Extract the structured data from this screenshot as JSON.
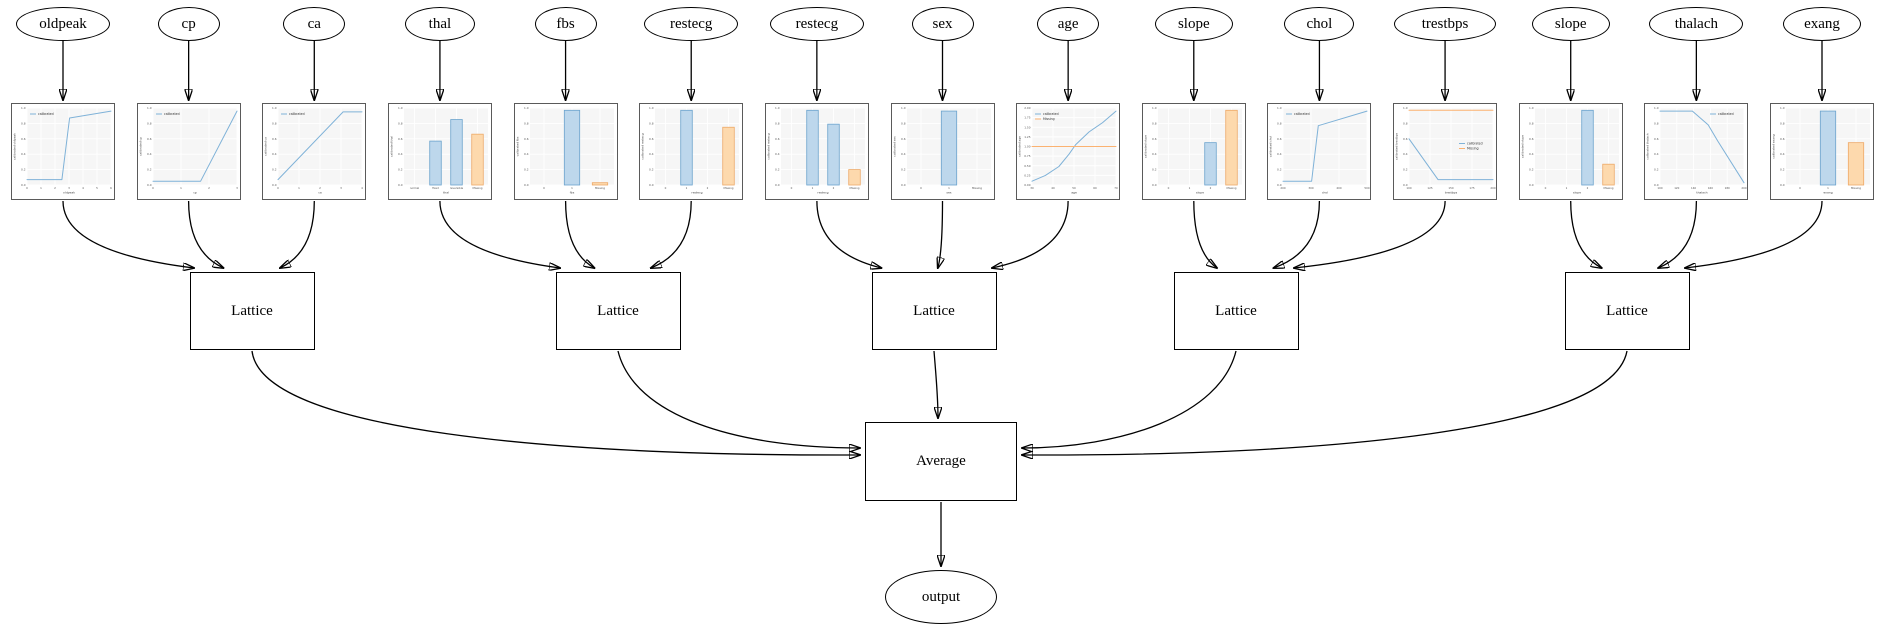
{
  "nodes": {
    "lattice_label": "Lattice",
    "average_label": "Average",
    "output_label": "output",
    "lattice_count": 5,
    "lattice_inputs": [
      [
        0,
        1,
        2
      ],
      [
        3,
        4,
        5
      ],
      [
        6,
        7,
        8
      ],
      [
        9,
        10,
        11
      ],
      [
        12,
        13,
        14
      ]
    ]
  },
  "colors": {
    "blue_line": "#7fb2d8",
    "orange_line": "#fbb271",
    "blue_fill": "#bdd7ec",
    "blue_edge": "#6ba3cd",
    "orange_fill": "#fdd9ad",
    "orange_edge": "#eda968",
    "edge_color": "#000000"
  },
  "chart_data": [
    {
      "feature": "oldpeak",
      "type": "line",
      "xlabel": "oldpeak",
      "ylabel": "calibrated oldpeak",
      "xlim": [
        0,
        6.5
      ],
      "xticks": [
        "0",
        "1",
        "2",
        "3",
        "4",
        "5",
        "6"
      ],
      "ylim": [
        0,
        1
      ],
      "yticks": [
        "0.0",
        "0.2",
        "0.4",
        "0.6",
        "0.8",
        "1.0"
      ],
      "legend": [
        "calibrated"
      ],
      "legend_pos": "top-left",
      "series": [
        {
          "name": "calibrated",
          "points": [
            [
              0,
              0.07
            ],
            [
              2.7,
              0.07
            ],
            [
              3.3,
              0.87
            ],
            [
              6.5,
              0.96
            ]
          ]
        }
      ]
    },
    {
      "feature": "cp",
      "type": "line",
      "xlabel": "cp",
      "ylabel": "calibrated cp",
      "xlim": [
        0,
        3
      ],
      "xticks": [
        "0",
        "1",
        "2",
        "3"
      ],
      "ylim": [
        0,
        1
      ],
      "yticks": [
        "0.0",
        "0.2",
        "0.4",
        "0.6",
        "0.8",
        "1.0"
      ],
      "legend": [
        "calibrated"
      ],
      "legend_pos": "top-left",
      "series": [
        {
          "name": "calibrated",
          "points": [
            [
              0,
              0.05
            ],
            [
              1.7,
              0.05
            ],
            [
              3,
              0.96
            ]
          ]
        }
      ]
    },
    {
      "feature": "ca",
      "type": "line",
      "xlabel": "ca",
      "ylabel": "calibrated ca",
      "xlim": [
        0,
        4
      ],
      "xticks": [
        "0",
        "1",
        "2",
        "3",
        "4"
      ],
      "ylim": [
        0,
        1
      ],
      "yticks": [
        "0.0",
        "0.2",
        "0.4",
        "0.6",
        "0.8",
        "1.0"
      ],
      "legend": [
        "calibrated"
      ],
      "legend_pos": "top-left",
      "series": [
        {
          "name": "calibrated",
          "points": [
            [
              0,
              0.07
            ],
            [
              3.1,
              0.95
            ],
            [
              4,
              0.95
            ]
          ]
        }
      ]
    },
    {
      "feature": "thal",
      "type": "bar",
      "xlabel": "thal",
      "ylabel": "calibrated thal",
      "categories": [
        "normal",
        "fixed",
        "reversible",
        "Missing"
      ],
      "values": [
        0,
        0.57,
        0.85,
        0.66
      ],
      "ylim": [
        0,
        1
      ],
      "yticks": [
        "0.0",
        "0.2",
        "0.4",
        "0.6",
        "0.8",
        "1.0"
      ],
      "legend": null
    },
    {
      "feature": "fbs",
      "type": "bar",
      "xlabel": "fbs",
      "ylabel": "calibrated fbs",
      "categories": [
        "0",
        "1",
        "Missing"
      ],
      "values": [
        0,
        0.97,
        0.03
      ],
      "ylim": [
        0,
        1
      ],
      "yticks": [
        "0.0",
        "0.2",
        "0.4",
        "0.6",
        "0.8",
        "1.0"
      ],
      "legend": null
    },
    {
      "feature": "restecg",
      "type": "bar",
      "xlabel": "restecg",
      "ylabel": "calibrated restecg",
      "categories": [
        "0",
        "1",
        "2",
        "Missing"
      ],
      "values": [
        0,
        0.97,
        0,
        0.75
      ],
      "ylim": [
        0,
        1
      ],
      "yticks": [
        "0.0",
        "0.2",
        "0.4",
        "0.6",
        "0.8",
        "1.0"
      ],
      "legend": null
    },
    {
      "feature": "restecg",
      "type": "bar",
      "xlabel": "restecg",
      "ylabel": "calibrated restecg",
      "categories": [
        "0",
        "1",
        "2",
        "Missing"
      ],
      "values": [
        0,
        0.97,
        0.79,
        0.2
      ],
      "ylim": [
        0,
        1
      ],
      "yticks": [
        "0.0",
        "0.2",
        "0.4",
        "0.6",
        "0.8",
        "1.0"
      ],
      "legend": null
    },
    {
      "feature": "sex",
      "type": "bar",
      "xlabel": "sex",
      "ylabel": "calibrated sex",
      "categories": [
        "0",
        "1",
        "Missing"
      ],
      "values": [
        0,
        0.96,
        0
      ],
      "ylim": [
        0,
        1
      ],
      "yticks": [
        "0.0",
        "0.2",
        "0.4",
        "0.6",
        "0.8",
        "1.0"
      ],
      "legend": null
    },
    {
      "feature": "age",
      "type": "line",
      "xlabel": "age",
      "ylabel": "calibrated age",
      "xlim": [
        28,
        78
      ],
      "xticks": [
        "30",
        "40",
        "50",
        "60",
        "70"
      ],
      "ylim": [
        0,
        2
      ],
      "yticks": [
        "0.00",
        "0.25",
        "0.50",
        "0.75",
        "1.00",
        "1.25",
        "1.50",
        "1.75",
        "2.00"
      ],
      "legend": [
        "calibrated",
        "Missing"
      ],
      "legend_pos": "top-left",
      "series": [
        {
          "name": "calibrated",
          "points": [
            [
              28,
              0.1
            ],
            [
              36,
              0.25
            ],
            [
              44,
              0.48
            ],
            [
              50,
              0.8
            ],
            [
              54,
              1.05
            ],
            [
              62,
              1.38
            ],
            [
              70,
              1.62
            ],
            [
              78,
              1.92
            ]
          ]
        },
        {
          "name": "Missing",
          "points": [
            [
              28,
              1.0
            ],
            [
              78,
              1.0
            ]
          ]
        }
      ]
    },
    {
      "feature": "slope",
      "type": "bar",
      "xlabel": "slope",
      "ylabel": "calibrated slope",
      "categories": [
        "0",
        "1",
        "2",
        "Missing"
      ],
      "values": [
        0,
        0,
        0.55,
        0.97
      ],
      "ylim": [
        0,
        1
      ],
      "yticks": [
        "0.0",
        "0.2",
        "0.4",
        "0.6",
        "0.8",
        "1.0"
      ],
      "legend": null
    },
    {
      "feature": "chol",
      "type": "line",
      "xlabel": "chol",
      "ylabel": "calibrated chol",
      "xlim": [
        120,
        560
      ],
      "xticks": [
        "200",
        "300",
        "400",
        "500"
      ],
      "ylim": [
        0,
        1
      ],
      "yticks": [
        "0.0",
        "0.2",
        "0.4",
        "0.6",
        "0.8",
        "1.0"
      ],
      "legend": [
        "calibrated"
      ],
      "legend_pos": "top-left",
      "series": [
        {
          "name": "calibrated",
          "points": [
            [
              120,
              0.05
            ],
            [
              270,
              0.05
            ],
            [
              305,
              0.77
            ],
            [
              560,
              0.96
            ]
          ]
        }
      ]
    },
    {
      "feature": "trestbps",
      "type": "line",
      "xlabel": "trestbps",
      "ylabel": "calibrated trestbps",
      "xlim": [
        95,
        205
      ],
      "xticks": [
        "100",
        "125",
        "150",
        "175",
        "200"
      ],
      "ylim": [
        0,
        1
      ],
      "yticks": [
        "0.0",
        "0.2",
        "0.4",
        "0.6",
        "0.8",
        "1.0"
      ],
      "legend": [
        "calibrated",
        "Missing"
      ],
      "legend_pos": "mid-right",
      "series": [
        {
          "name": "calibrated",
          "points": [
            [
              95,
              0.6
            ],
            [
              133,
              0.07
            ],
            [
              205,
              0.07
            ]
          ]
        },
        {
          "name": "Missing",
          "points": [
            [
              95,
              0.97
            ],
            [
              205,
              0.97
            ]
          ]
        }
      ]
    },
    {
      "feature": "slope",
      "type": "bar",
      "xlabel": "slope",
      "ylabel": "calibrated slope",
      "categories": [
        "0",
        "1",
        "2",
        "Missing"
      ],
      "values": [
        0,
        0,
        0.97,
        0.27
      ],
      "ylim": [
        0,
        1
      ],
      "yticks": [
        "0.0",
        "0.2",
        "0.4",
        "0.6",
        "0.8",
        "1.0"
      ],
      "legend": null
    },
    {
      "feature": "thalach",
      "type": "line",
      "xlabel": "thalach",
      "ylabel": "calibrated thalach",
      "xlim": [
        88,
        210
      ],
      "xticks": [
        "100",
        "120",
        "140",
        "160",
        "180",
        "200"
      ],
      "ylim": [
        0,
        1
      ],
      "yticks": [
        "0.0",
        "0.2",
        "0.4",
        "0.6",
        "0.8",
        "1.0"
      ],
      "legend": [
        "calibrated"
      ],
      "legend_pos": "top-right",
      "series": [
        {
          "name": "calibrated",
          "points": [
            [
              88,
              0.96
            ],
            [
              135,
              0.96
            ],
            [
              158,
              0.78
            ],
            [
              172,
              0.57
            ],
            [
              210,
              0.03
            ]
          ]
        }
      ]
    },
    {
      "feature": "exang",
      "type": "bar",
      "xlabel": "exang",
      "ylabel": "calibrated exang",
      "categories": [
        "0",
        "1",
        "Missing"
      ],
      "values": [
        0,
        0.96,
        0.55
      ],
      "ylim": [
        0,
        1
      ],
      "yticks": [
        "0.0",
        "0.2",
        "0.4",
        "0.6",
        "0.8",
        "1.0"
      ],
      "legend": null
    }
  ]
}
